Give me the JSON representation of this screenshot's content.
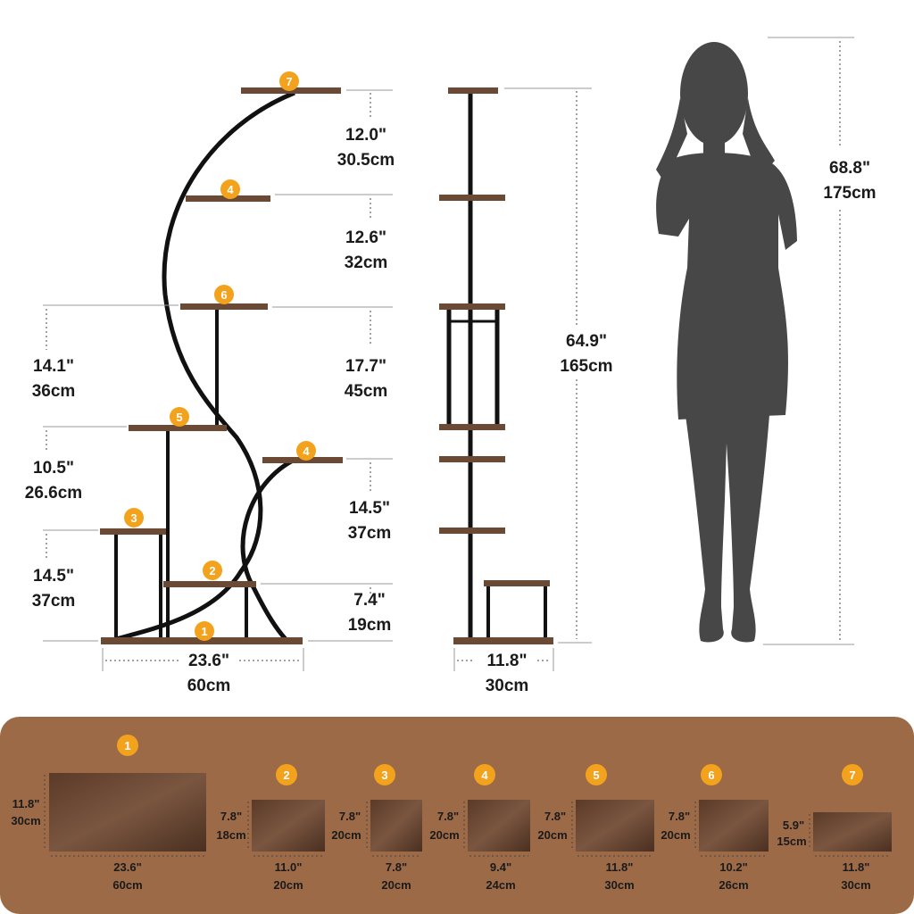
{
  "colors": {
    "wood": "#6b4a35",
    "frame": "#111111",
    "badge": "#f2a21c",
    "panel": "#9c6a47",
    "silhouette": "#474747"
  },
  "front_view": {
    "heights": [
      {
        "in": "12.0\"",
        "cm": "30.5cm"
      },
      {
        "in": "12.6\"",
        "cm": "32cm"
      },
      {
        "in": "17.7\"",
        "cm": "45cm"
      },
      {
        "in": "14.5\"",
        "cm": "37cm"
      },
      {
        "in": "7.4\"",
        "cm": "19cm"
      }
    ],
    "left_heights": [
      {
        "in": "14.1\"",
        "cm": "36cm"
      },
      {
        "in": "10.5\"",
        "cm": "26.6cm"
      },
      {
        "in": "14.5\"",
        "cm": "37cm"
      }
    ],
    "width": {
      "in": "23.6\"",
      "cm": "60cm"
    },
    "shelf_badges": [
      "7",
      "4",
      "6",
      "5",
      "4",
      "3",
      "2",
      "1"
    ]
  },
  "side_view": {
    "total_height": {
      "in": "64.9\"",
      "cm": "165cm"
    },
    "depth": {
      "in": "11.8\"",
      "cm": "30cm"
    }
  },
  "person": {
    "height": {
      "in": "68.8\"",
      "cm": "175cm"
    }
  },
  "shelves": [
    {
      "num": "1",
      "depth_in": "11.8\"",
      "depth_cm": "30cm",
      "width_in": "23.6\"",
      "width_cm": "60cm"
    },
    {
      "num": "2",
      "depth_in": "7.8\"",
      "depth_cm": "18cm",
      "width_in": "11.0\"",
      "width_cm": "20cm"
    },
    {
      "num": "3",
      "depth_in": "7.8\"",
      "depth_cm": "20cm",
      "width_in": "7.8\"",
      "width_cm": "20cm"
    },
    {
      "num": "4",
      "depth_in": "7.8\"",
      "depth_cm": "20cm",
      "width_in": "9.4\"",
      "width_cm": "24cm"
    },
    {
      "num": "5",
      "depth_in": "7.8\"",
      "depth_cm": "20cm",
      "width_in": "11.8\"",
      "width_cm": "30cm"
    },
    {
      "num": "6",
      "depth_in": "7.8\"",
      "depth_cm": "20cm",
      "width_in": "10.2\"",
      "width_cm": "26cm"
    },
    {
      "num": "7",
      "depth_in": "5.9\"",
      "depth_cm": "15cm",
      "width_in": "11.8\"",
      "width_cm": "30cm"
    }
  ]
}
